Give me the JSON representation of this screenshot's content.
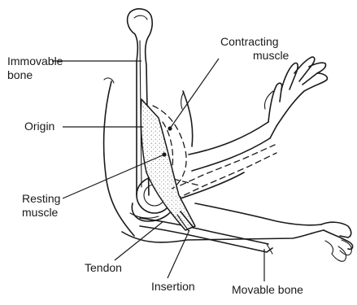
{
  "labels": {
    "immovable_bone": [
      "Immovable",
      "bone"
    ],
    "contracting_muscle": [
      "Contracting",
      "muscle"
    ],
    "origin": "Origin",
    "resting_muscle": [
      "Resting",
      "muscle"
    ],
    "tendon": "Tendon",
    "insertion": "Insertion",
    "movable_bone": "Movable bone"
  },
  "colors": {
    "ink": "#1a1a1a",
    "muscle_fill": "#e6e6e6",
    "background": "#ffffff"
  }
}
